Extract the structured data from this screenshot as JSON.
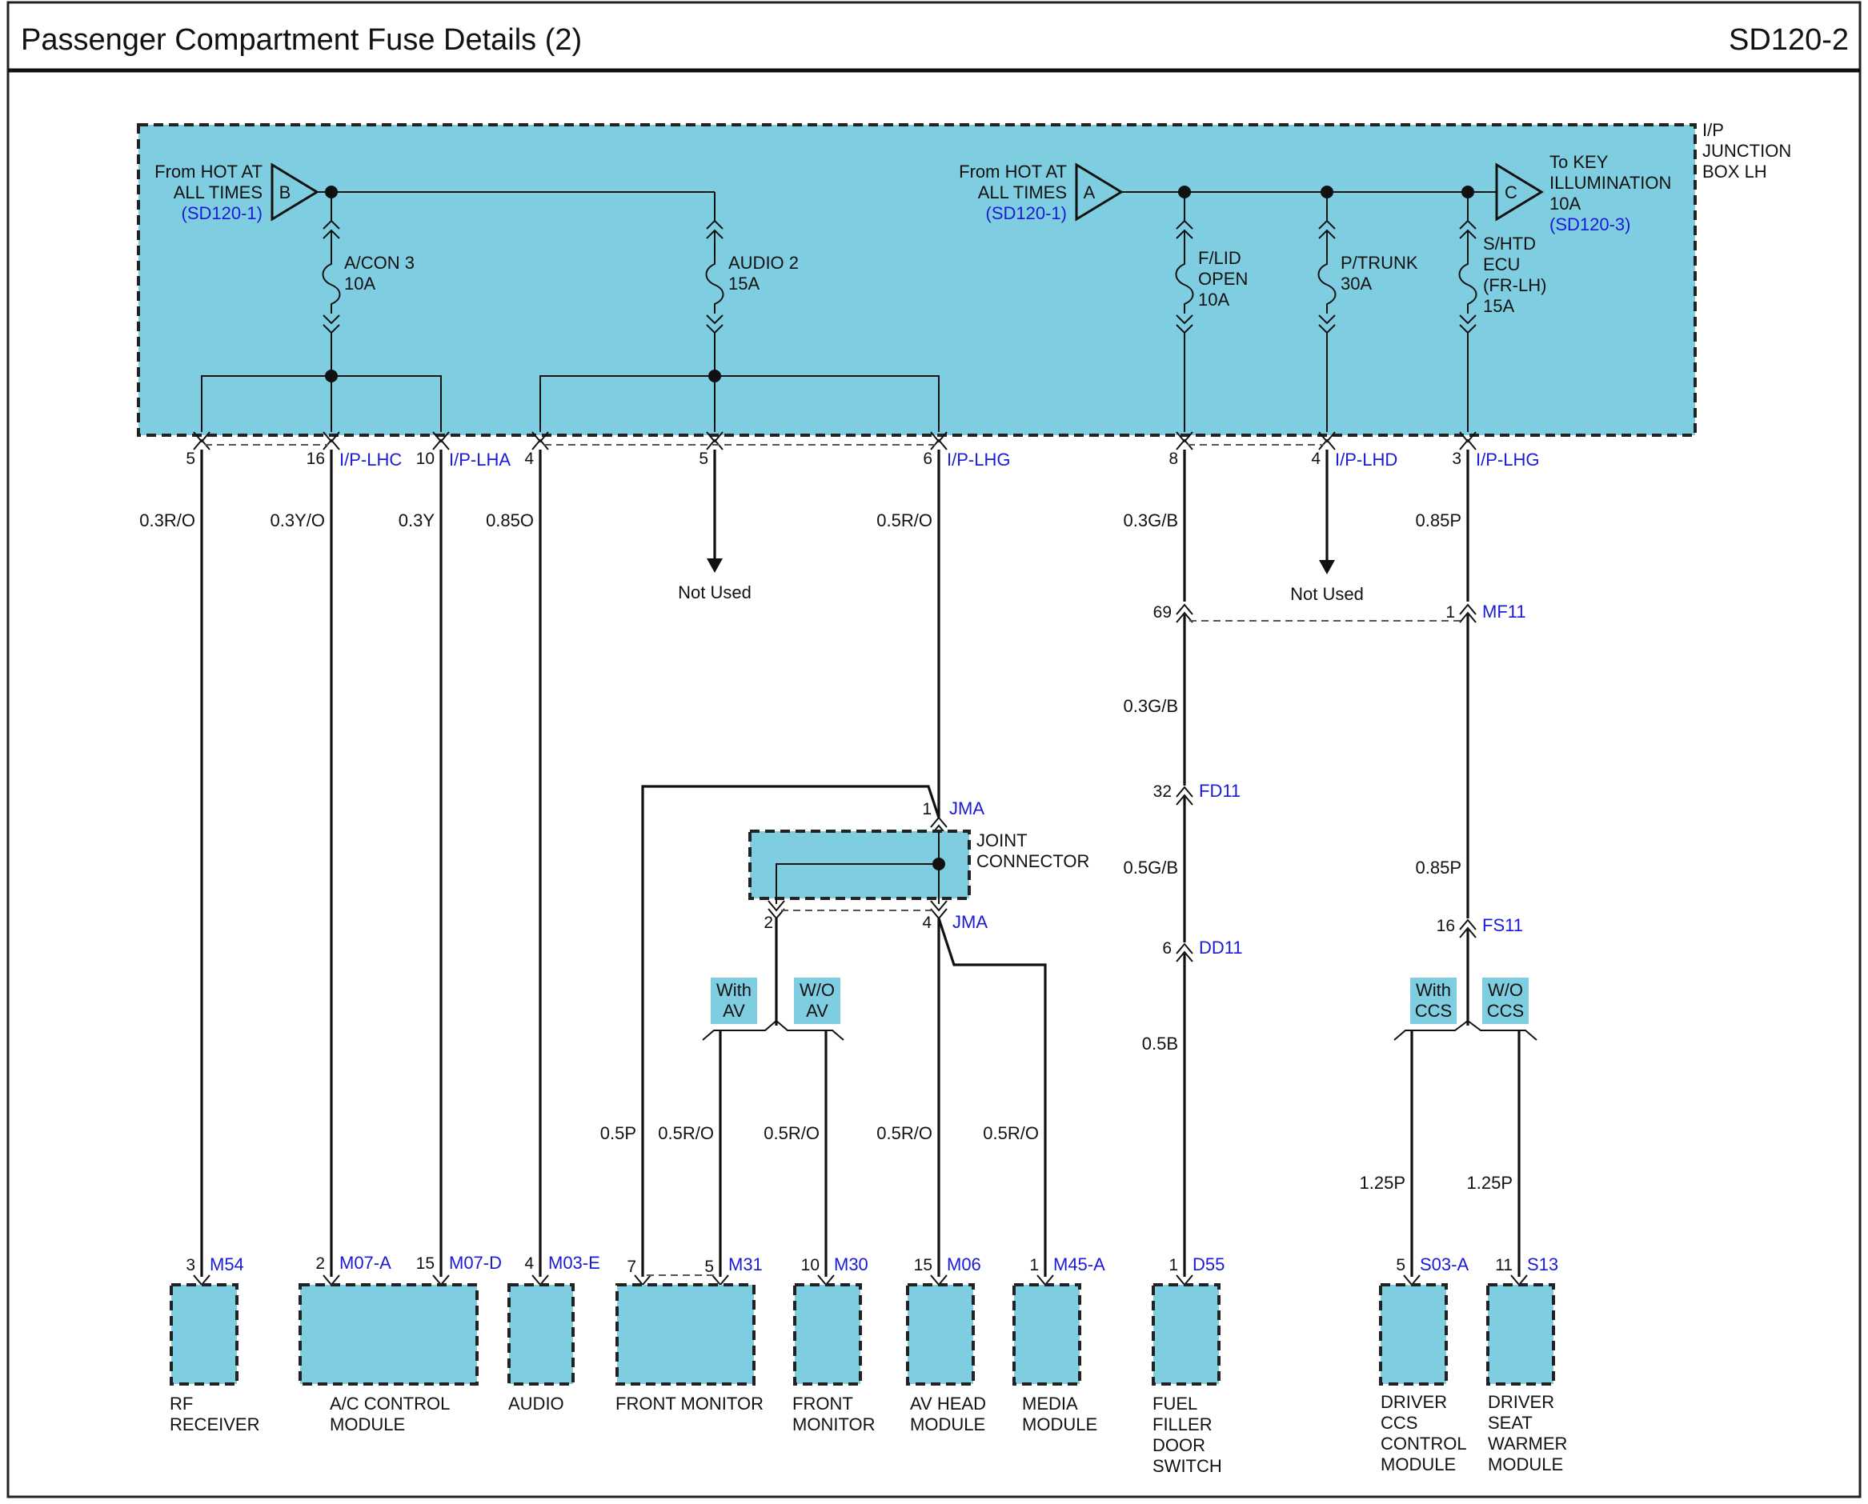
{
  "header": {
    "title": "Passenger Compartment Fuse Details (2)",
    "code": "SD120-2"
  },
  "junction_box": {
    "label_line1": "I/P",
    "label_line2": "JUNCTION",
    "label_line3": "BOX LH"
  },
  "sources": {
    "b": {
      "line1": "From HOT AT",
      "line2": "ALL TIMES",
      "ref": "(SD120-1)",
      "letter": "B"
    },
    "a": {
      "line1": "From HOT AT",
      "line2": "ALL TIMES",
      "ref": "(SD120-1)",
      "letter": "A"
    },
    "c": {
      "line1": "To KEY",
      "line2": "ILLUMINATION",
      "line3": "10A",
      "ref": "(SD120-3)",
      "letter": "C"
    }
  },
  "fuses": {
    "acon": {
      "name": "A/CON 3",
      "rating": "10A"
    },
    "audio": {
      "name": "AUDIO 2",
      "rating": "15A"
    },
    "flid": {
      "name": "F/LID",
      "name2": "OPEN",
      "rating": "10A"
    },
    "ptrunk": {
      "name": "P/TRUNK",
      "rating": "30A"
    },
    "shtd": {
      "name": "S/HTD",
      "name2": "ECU",
      "name3": "(FR-LH)",
      "rating": "15A"
    }
  },
  "pins": {
    "p5a": "5",
    "p16": "16",
    "p10": "10",
    "p4a": "4",
    "p5b": "5",
    "p6": "6",
    "p8": "8",
    "p4b": "4",
    "p3": "3",
    "p69": "69",
    "p1mf": "1",
    "p32": "32",
    "p6dd": "6",
    "p16fs": "16",
    "p1jma": "1",
    "p2jma": "2",
    "p4jma": "4",
    "p3m54": "3",
    "p2m07": "2",
    "p15m07": "15",
    "p4m03": "4",
    "p7m31": "7",
    "p5m31": "5",
    "p10m30": "10",
    "p15m06": "15",
    "p1m45": "1",
    "p1d55": "1",
    "p5s03": "5",
    "p11s13": "11"
  },
  "connectors": {
    "iplhc": "I/P-LHC",
    "iplha": "I/P-LHA",
    "iplhg1": "I/P-LHG",
    "iplhd": "I/P-LHD",
    "iplhg2": "I/P-LHG",
    "mf11": "MF11",
    "fd11": "FD11",
    "dd11": "DD11",
    "fs11": "FS11",
    "jma1": "JMA",
    "jma2": "JMA",
    "m54": "M54",
    "m07a": "M07-A",
    "m07d": "M07-D",
    "m03e": "M03-E",
    "m31": "M31",
    "m30": "M30",
    "m06": "M06",
    "m45a": "M45-A",
    "d55": "D55",
    "s03a": "S03-A",
    "s13": "S13"
  },
  "wires": {
    "w1": "0.3R/O",
    "w2": "0.3Y/O",
    "w3": "0.3Y",
    "w4": "0.85O",
    "w5": "0.5R/O",
    "w6": "0.3G/B",
    "w7": "0.85P",
    "w8": "0.3G/B",
    "w9": "0.5G/B",
    "w10": "0.85P",
    "w11": "0.5B",
    "w12": "0.5P",
    "w13": "0.5R/O",
    "w14": "0.5R/O",
    "w15": "0.5R/O",
    "w16": "0.5R/O",
    "w17": "1.25P",
    "w18": "1.25P"
  },
  "not_used": {
    "a": "Not Used",
    "b": "Not Used"
  },
  "joint_connector": {
    "line1": "JOINT",
    "line2": "CONNECTOR"
  },
  "options": {
    "with_av": {
      "line1": "With",
      "line2": "AV"
    },
    "wo_av": {
      "line1": "W/O",
      "line2": "AV"
    },
    "with_ccs": {
      "line1": "With",
      "line2": "CCS"
    },
    "wo_ccs": {
      "line1": "W/O",
      "line2": "CCS"
    }
  },
  "components": {
    "rf": {
      "line1": "RF",
      "line2": "RECEIVER"
    },
    "ac": {
      "line1": "A/C CONTROL",
      "line2": "MODULE"
    },
    "audio": {
      "line1": "AUDIO"
    },
    "front_monitor1": {
      "line1": "FRONT MONITOR"
    },
    "front_monitor2": {
      "line1": "FRONT",
      "line2": "MONITOR"
    },
    "av_head": {
      "line1": "AV HEAD",
      "line2": "MODULE"
    },
    "media": {
      "line1": "MEDIA",
      "line2": "MODULE"
    },
    "fuel": {
      "line1": "FUEL",
      "line2": "FILLER",
      "line3": "DOOR",
      "line4": "SWITCH"
    },
    "driver_ccs": {
      "line1": "DRIVER",
      "line2": "CCS",
      "line3": "CONTROL",
      "line4": "MODULE"
    },
    "driver_seat": {
      "line1": "DRIVER",
      "line2": "SEAT",
      "line3": "WARMER",
      "line4": "MODULE"
    }
  },
  "colors": {
    "box_fill": "#7fcde0",
    "connector_text": "#1a1ad6",
    "wire": "#111111"
  }
}
